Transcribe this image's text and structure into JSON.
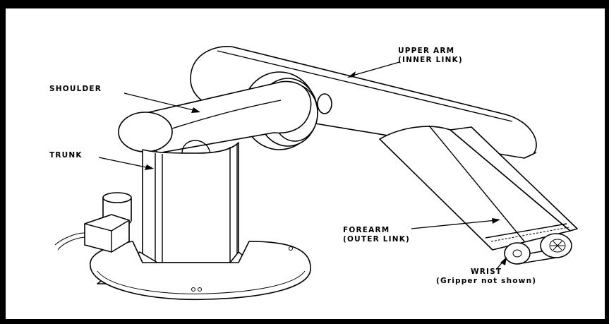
{
  "labels": {
    "upper_arm": "UPPER ARM",
    "inner_link": "(INNER LINK)",
    "shoulder": "SHOULDER",
    "trunk": "TRUNK",
    "forearm": "FOREARM",
    "outer_link": "(OUTER LINK)",
    "wrist": "WRIST",
    "gripper_note": "(Gripper not shown)"
  }
}
